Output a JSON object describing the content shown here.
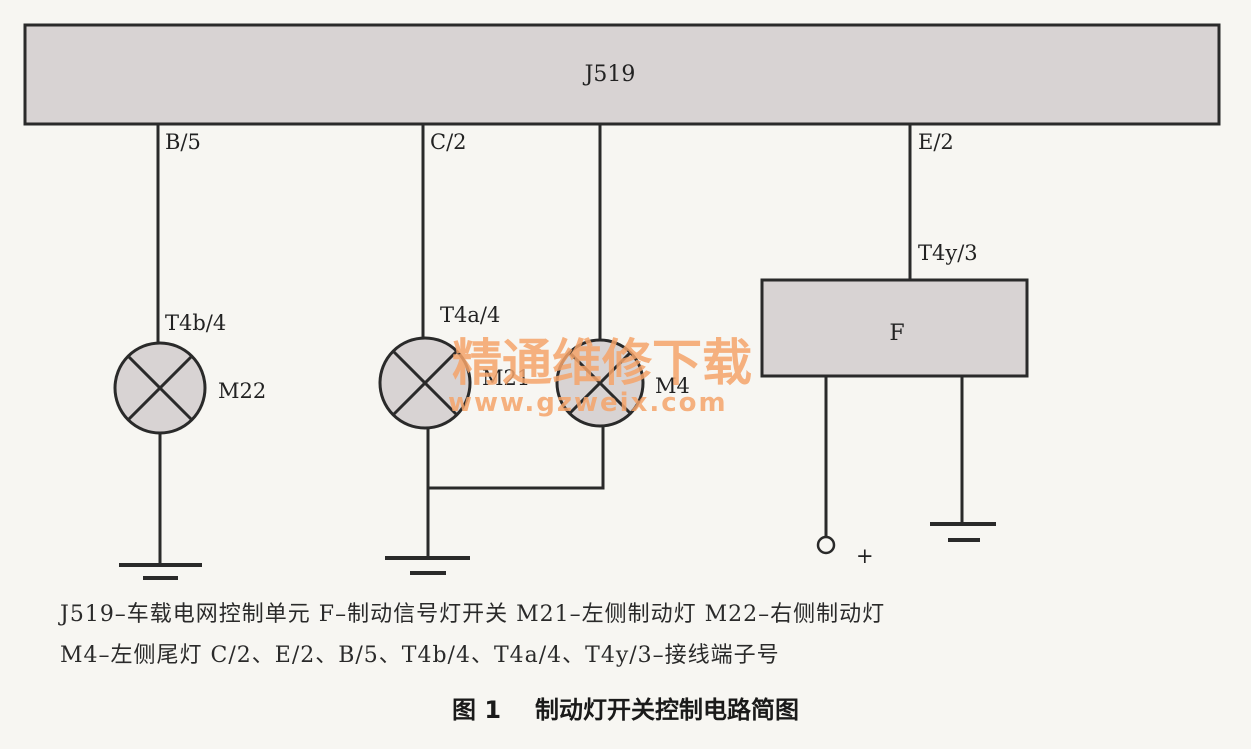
{
  "diagram": {
    "control_unit_label": "J519",
    "switch_label": "F",
    "pins": {
      "b5": "B/5",
      "c2": "C/2",
      "e2": "E/2",
      "t4b4": "T4b/4",
      "t4a4": "T4a/4",
      "t4y3": "T4y/3"
    },
    "lamps": {
      "m22": "M22",
      "m21": "M21",
      "m4": "M4"
    },
    "supply_label": "+"
  },
  "watermark": {
    "text": "精通维修下载",
    "url": "www.gzweix.com"
  },
  "legend": {
    "line1": "J519–车载电网控制单元  F–制动信号灯开关  M21–左侧制动灯  M22–右侧制动灯",
    "line2": "M4–左侧尾灯  C/2、E/2、B/5、T4b/4、T4a/4、T4y/3–接线端子号"
  },
  "caption": {
    "number": "图 1",
    "title": "制动灯开关控制电路简图"
  },
  "colors": {
    "block_fill": "#d8d3d3",
    "line": "#2a2a2a",
    "watermark": "#f4a36a"
  }
}
